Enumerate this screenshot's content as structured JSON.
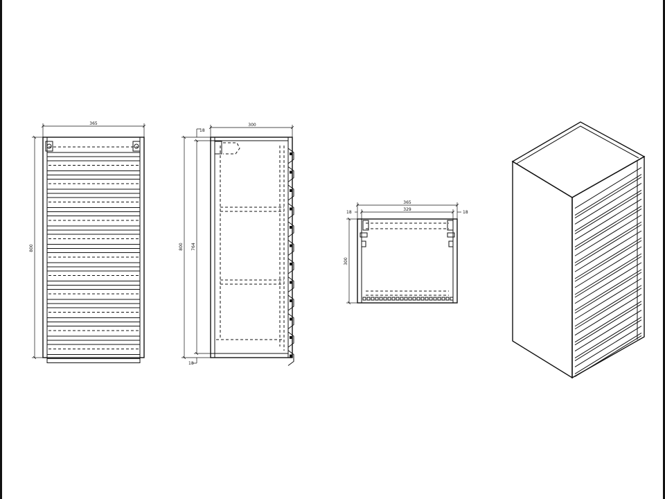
{
  "drawing": {
    "front_view": {
      "width_label": "365",
      "height_label": "800"
    },
    "side_view": {
      "top_offset_label": "18",
      "depth_label": "300",
      "height_label": "800",
      "inner_height_label": "764",
      "bottom_offset_label": "18"
    },
    "top_view": {
      "width_label": "365",
      "inner_width_label": "329",
      "left_offset_label": "18",
      "right_offset_label": "18",
      "depth_label": "300"
    }
  },
  "colors": {
    "line": "#111111",
    "background": "#ffffff",
    "fill": "#ffffff"
  }
}
